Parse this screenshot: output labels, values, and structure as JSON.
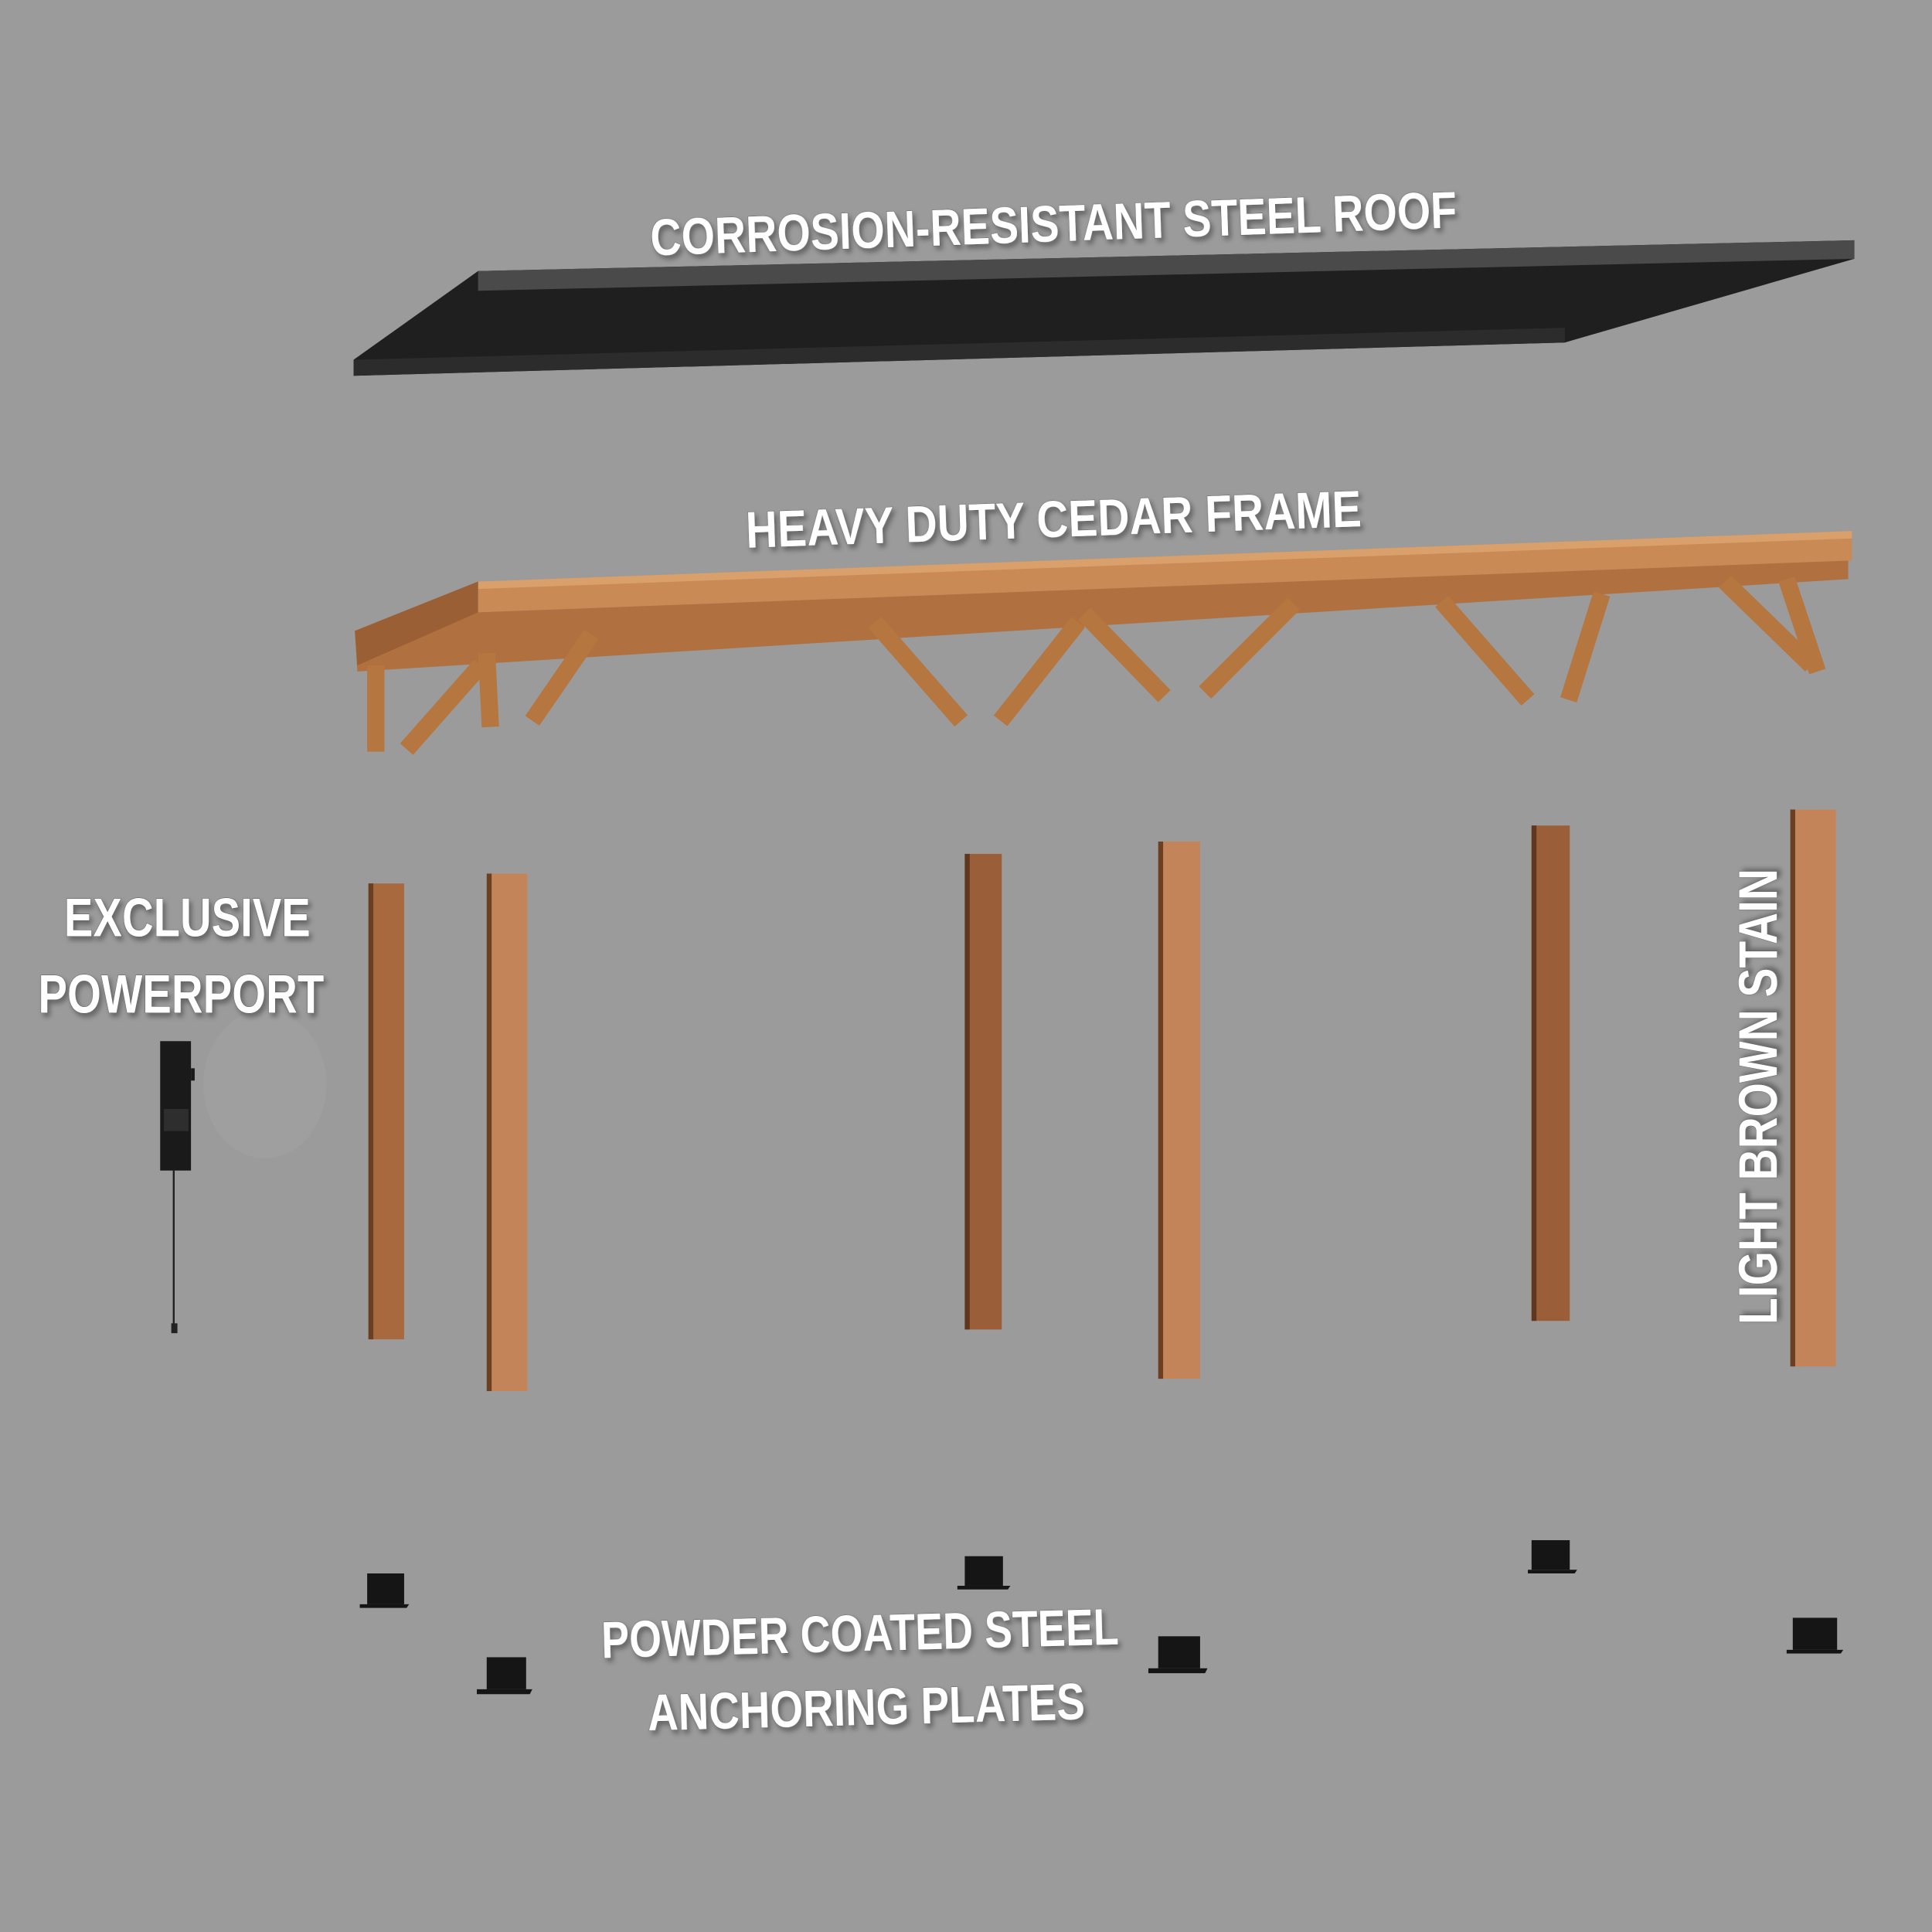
{
  "labels": {
    "roof": "CORROSION-RESISTANT STEEL ROOF",
    "frame": "HEAVY DUTY CEDAR FRAME",
    "powerport_line1": "EXCLUSIVE",
    "powerport_line2": "POWERPORT",
    "stain": "LIGHT BROWN STAIN",
    "plates_line1": "POWDER COATED STEEL",
    "plates_line2": "ANCHORING PLATES"
  },
  "colors": {
    "background": "#9b9b9b",
    "roof": "#1f1f1f",
    "cedar": "#b8784a",
    "cedar_dark": "#7a4a2a",
    "steel": "#151515"
  }
}
